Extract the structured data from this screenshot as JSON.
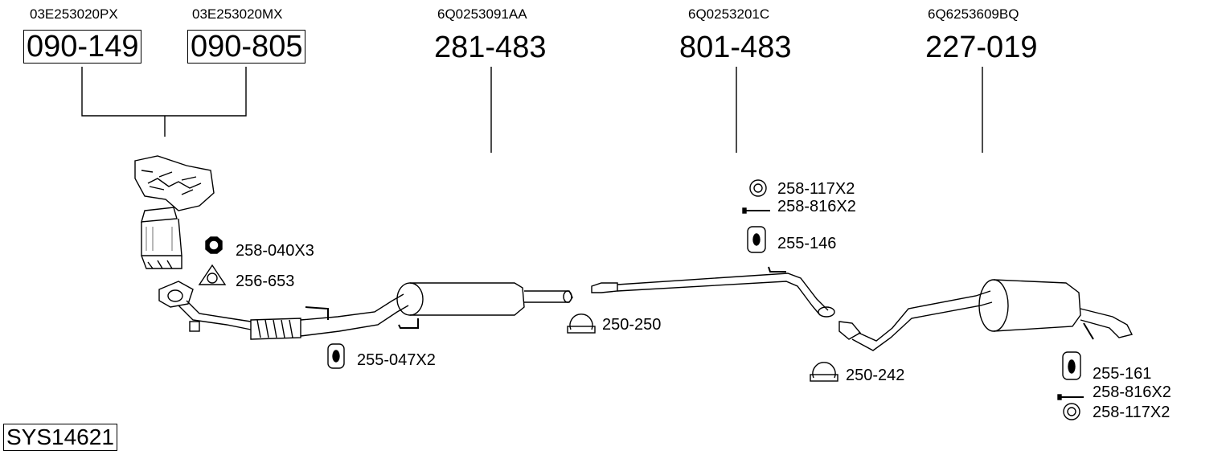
{
  "diagram_id": "SYS14621",
  "parts": [
    {
      "oem": "03E253020PX",
      "number": "090-149"
    },
    {
      "oem": "03E253020MX",
      "number": "090-805"
    },
    {
      "oem": "6Q0253091AA",
      "number": "281-483"
    },
    {
      "oem": "6Q0253201C",
      "number": "801-483"
    },
    {
      "oem": "6Q6253609BQ",
      "number": "227-019"
    }
  ],
  "accessories": [
    {
      "label": "258-040X3",
      "icon": "nut-icon"
    },
    {
      "label": "256-653",
      "icon": "gasket-icon"
    },
    {
      "label": "255-047X2",
      "icon": "rubber-hanger-icon"
    },
    {
      "label": "250-250",
      "icon": "clamp-icon"
    },
    {
      "label": "258-117X2",
      "icon": "washer-icon"
    },
    {
      "label": "258-816X2",
      "icon": "bolt-icon"
    },
    {
      "label": "255-146",
      "icon": "rubber-hanger-icon"
    },
    {
      "label": "250-242",
      "icon": "clamp-icon"
    },
    {
      "label": "255-161",
      "icon": "rubber-hanger-icon"
    },
    {
      "label": "258-816X2",
      "icon": "bolt-icon"
    },
    {
      "label": "258-117X2",
      "icon": "washer-icon"
    }
  ],
  "colors": {
    "line": "#000000",
    "background": "#ffffff",
    "shade": "#9a9a9a"
  }
}
